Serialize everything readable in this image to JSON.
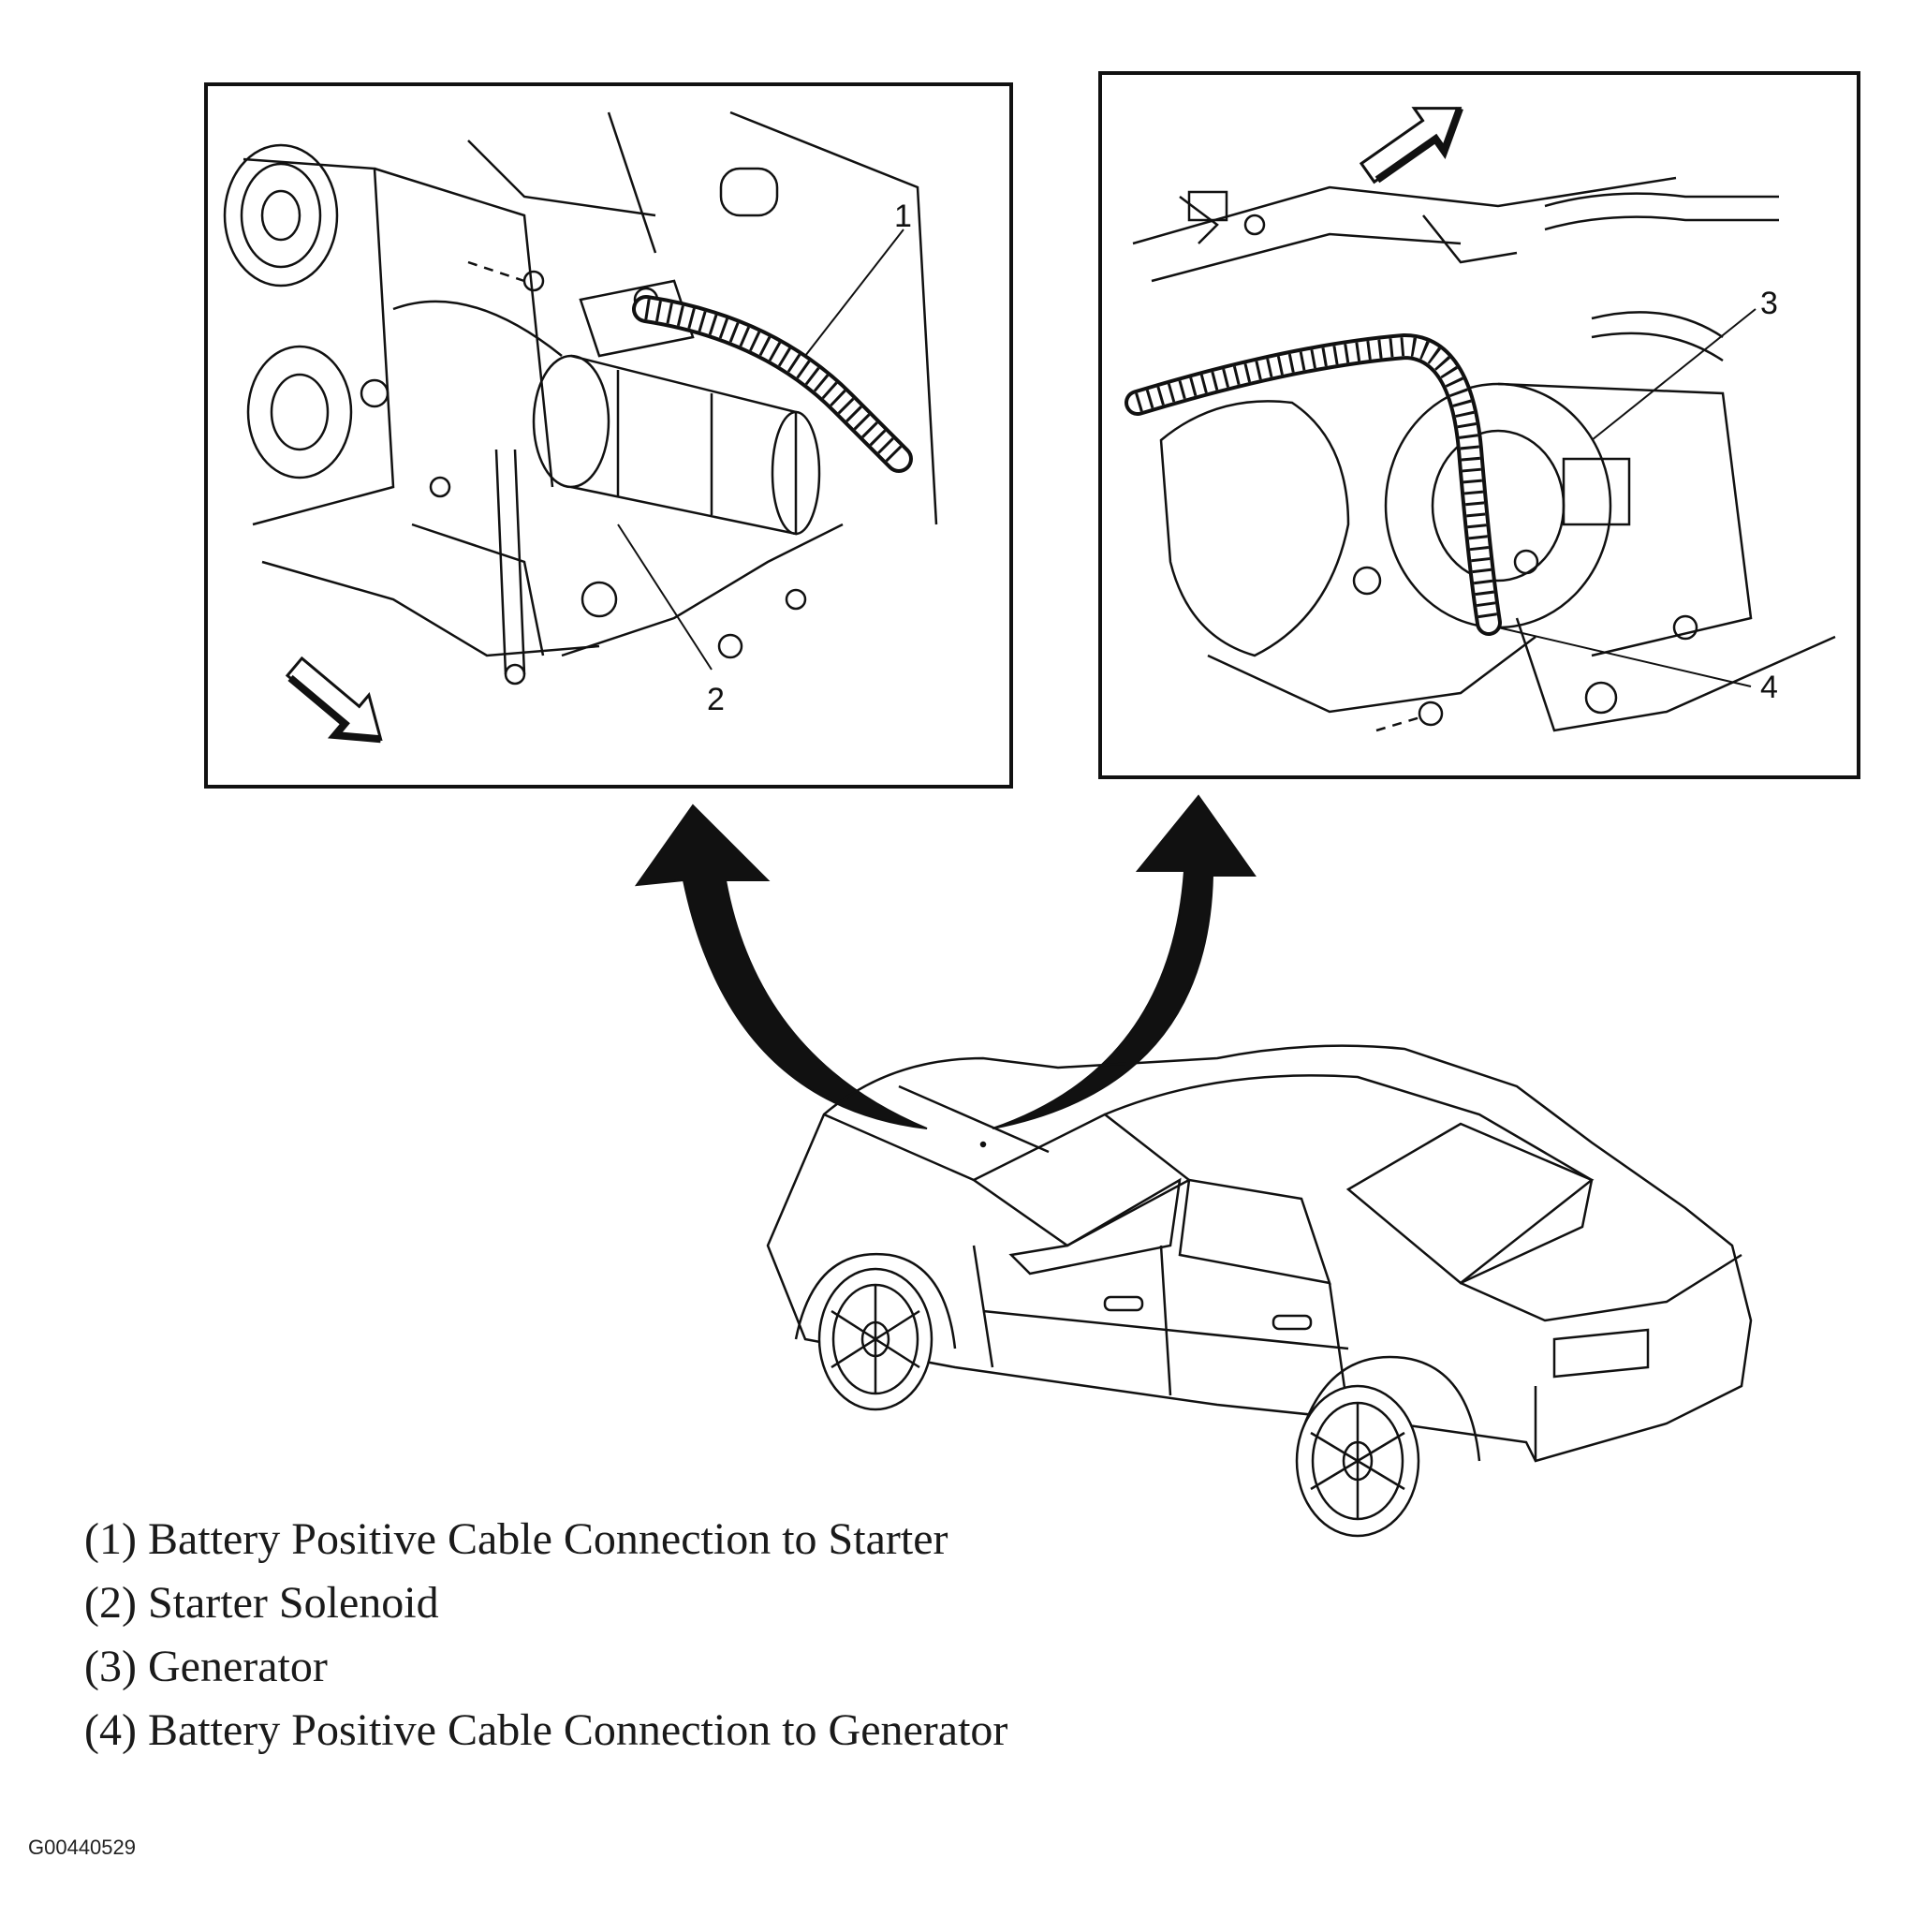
{
  "callouts": {
    "c1": "1",
    "c2": "2",
    "c3": "3",
    "c4": "4"
  },
  "legend": [
    {
      "label": "(1) Battery Positive Cable Connection to Starter"
    },
    {
      "label": "(2) Starter Solenoid"
    },
    {
      "label": "(3) Generator"
    },
    {
      "label": "(4) Battery Positive Cable Connection to Generator"
    }
  ],
  "figure_id": "G00440529",
  "icons": {
    "left_view_direction": "arrow-icon",
    "right_view_direction": "arrow-icon",
    "zoom_arrows": "curved-arrow-icon"
  },
  "colors": {
    "ink": "#111111",
    "paper": "#ffffff"
  }
}
